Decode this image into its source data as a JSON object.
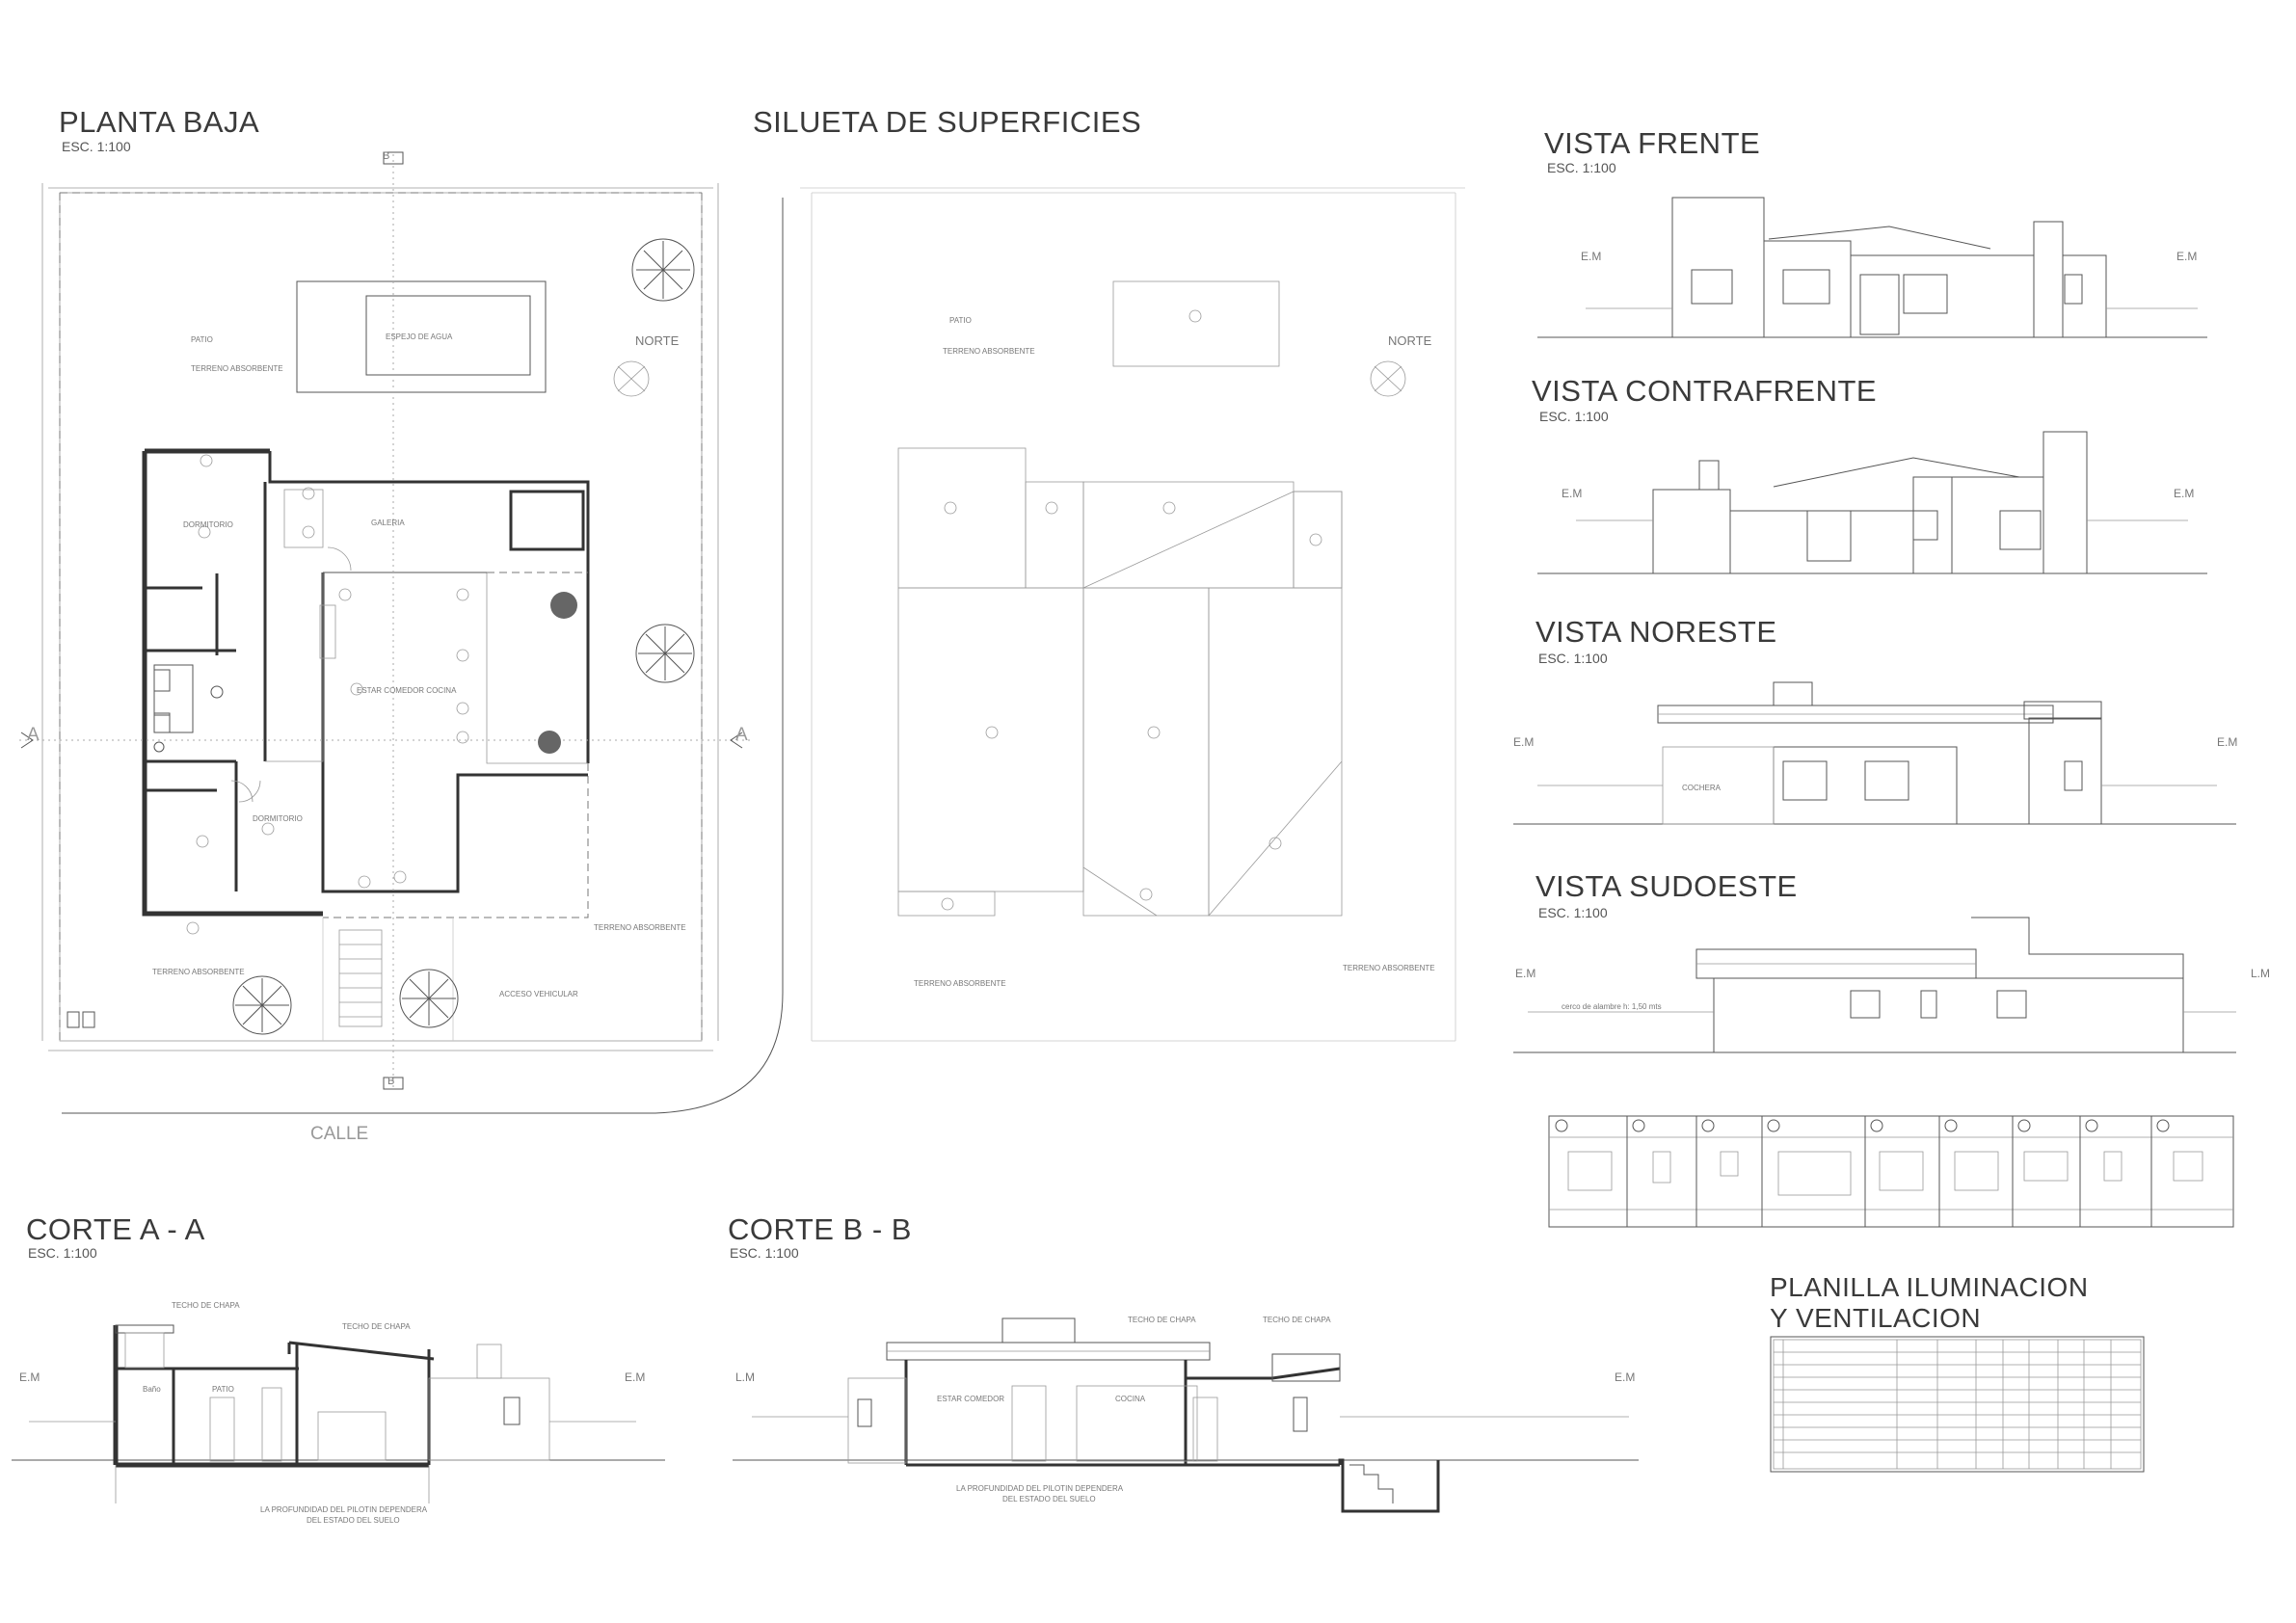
{
  "sheet": {
    "planta_baja": {
      "title": "PLANTA BAJA",
      "scale": "ESC. 1:100"
    },
    "silueta": {
      "title": "SILUETA DE SUPERFICIES"
    },
    "vista_frente": {
      "title": "VISTA FRENTE",
      "scale": "ESC. 1:100"
    },
    "vista_contrafrente": {
      "title": "VISTA CONTRAFRENTE",
      "scale": "ESC. 1:100"
    },
    "vista_noreste": {
      "title": "VISTA NORESTE",
      "scale": "ESC. 1:100"
    },
    "vista_sudoeste": {
      "title": "VISTA SUDOESTE",
      "scale": "ESC. 1:100"
    },
    "corte_aa": {
      "title": "CORTE A - A",
      "scale": "ESC. 1:100"
    },
    "corte_bb": {
      "title": "CORTE B - B",
      "scale": "ESC. 1:100"
    },
    "planilla": {
      "title_line1": "PLANILLA  ILUMINACION",
      "title_line2": "Y VENTILACION"
    }
  },
  "labels": {
    "calle": "CALLE",
    "norte": "NORTE",
    "section_a": "A",
    "section_b": "B",
    "em": "E.M",
    "lm": "L.M",
    "patio": "PATIO",
    "terreno_absorbente": "TERRENO ABSORBENTE",
    "espejo_agua": "ESPEJO DE AGUA",
    "galeria": "GALERIA",
    "estar_comedor_cocina": "ESTAR COMEDOR COCINA",
    "dormitorio": "DORMITORIO",
    "cochera": "COCHERA",
    "techo_chapa": "TECHO DE CHAPA",
    "bano": "Baño",
    "estar_comedor": "ESTAR COMEDOR",
    "cocina": "COCINA",
    "acceso_vehicular": "ACCESO VEHICULAR",
    "piloto_nota_1": "LA PROFUNDIDAD DEL PILOTIN DEPENDERA",
    "piloto_nota_2": "DEL ESTADO DEL SUELO",
    "cerco_alambre": "cerco de alambre h: 1,50 mts"
  }
}
